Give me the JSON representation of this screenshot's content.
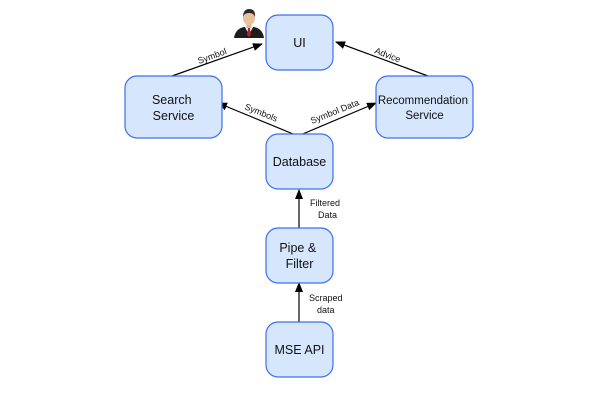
{
  "diagram": {
    "nodes": {
      "ui": {
        "lines": [
          "UI"
        ]
      },
      "search": {
        "lines": [
          "Search",
          "Service"
        ]
      },
      "recommendation": {
        "lines": [
          "Recommendation",
          "Service"
        ]
      },
      "database": {
        "lines": [
          "Database"
        ]
      },
      "pipe": {
        "lines": [
          "Pipe &",
          "Filter"
        ]
      },
      "mse": {
        "lines": [
          "MSE API"
        ]
      }
    },
    "edges": {
      "symbol": {
        "lines": [
          "Symbol"
        ]
      },
      "advice": {
        "lines": [
          "Advice"
        ]
      },
      "symbols": {
        "lines": [
          "Symbols"
        ]
      },
      "symbol_data": {
        "lines": [
          "Symbol Data"
        ]
      },
      "filtered": {
        "lines": [
          "Filtered",
          "Data"
        ]
      },
      "scraped": {
        "lines": [
          "Scraped",
          "data"
        ]
      }
    },
    "colors": {
      "node_fill": "#d6e6fd",
      "node_stroke": "#3d6ff0",
      "edge": "#000000"
    },
    "icons": {
      "user": "user-avatar-icon"
    }
  }
}
